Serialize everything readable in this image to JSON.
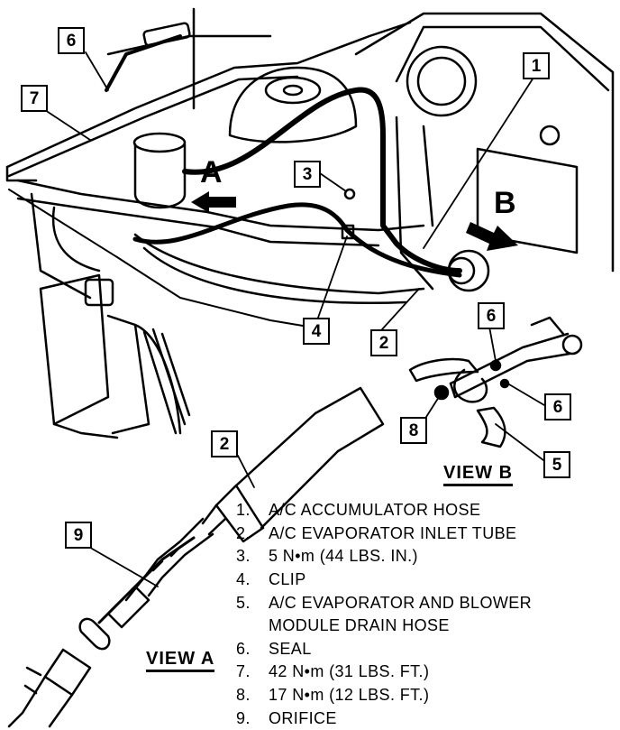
{
  "callouts": {
    "c1": "1",
    "c2a": "2",
    "c2b": "2",
    "c3": "3",
    "c4": "4",
    "c5": "5",
    "c6a": "6",
    "c6b": "6",
    "c6c": "6",
    "c7": "7",
    "c8": "8",
    "c9": "9"
  },
  "arrows": {
    "a": "A",
    "b": "B"
  },
  "views": {
    "view_a": "VIEW A",
    "view_b": "VIEW B"
  },
  "legend": [
    {
      "num": "1.",
      "text": "A/C ACCUMULATOR HOSE"
    },
    {
      "num": "2.",
      "text": "A/C EVAPORATOR INLET TUBE"
    },
    {
      "num": "3.",
      "text": "5 N•m (44 LBS. IN.)"
    },
    {
      "num": "4.",
      "text": "CLIP"
    },
    {
      "num": "5.",
      "text": "A/C EVAPORATOR AND BLOWER"
    },
    {
      "num": "",
      "text": "MODULE DRAIN HOSE"
    },
    {
      "num": "6.",
      "text": "SEAL"
    },
    {
      "num": "7.",
      "text": "42 N•m (31 LBS. FT.)"
    },
    {
      "num": "8.",
      "text": "17 N•m (12 LBS. FT.)"
    },
    {
      "num": "9.",
      "text": "ORIFICE"
    }
  ]
}
